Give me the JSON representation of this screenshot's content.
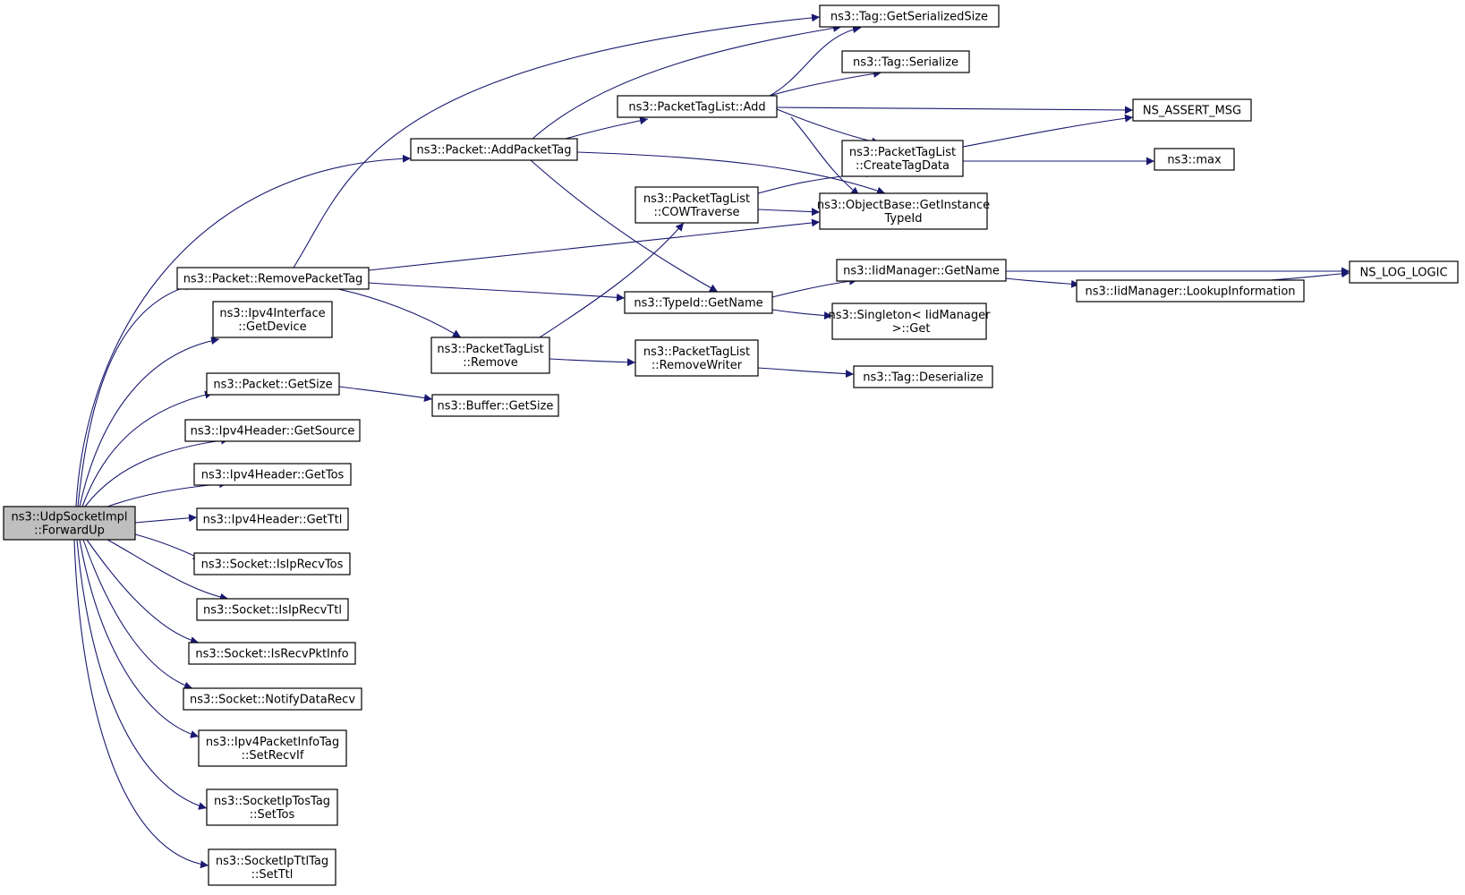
{
  "diagram": {
    "root": "forwardup",
    "colors": {
      "edge": "#191970",
      "node_fill": "#ffffff",
      "root_fill": "#bfbfbf",
      "node_stroke": "#000000"
    },
    "nodes": [
      {
        "id": "forwardup",
        "lines": [
          "ns3::UdpSocketImpl",
          "::ForwardUp"
        ],
        "root": true
      },
      {
        "id": "addpackettag",
        "lines": [
          "ns3::Packet::AddPacketTag"
        ]
      },
      {
        "id": "removepackettag",
        "lines": [
          "ns3::Packet::RemovePacketTag"
        ]
      },
      {
        "id": "getdevice",
        "lines": [
          "ns3::Ipv4Interface",
          "::GetDevice"
        ]
      },
      {
        "id": "pgetsize",
        "lines": [
          "ns3::Packet::GetSize"
        ]
      },
      {
        "id": "getsource",
        "lines": [
          "ns3::Ipv4Header::GetSource"
        ]
      },
      {
        "id": "gettos",
        "lines": [
          "ns3::Ipv4Header::GetTos"
        ]
      },
      {
        "id": "getttl",
        "lines": [
          "ns3::Ipv4Header::GetTtl"
        ]
      },
      {
        "id": "isiprecvtos",
        "lines": [
          "ns3::Socket::IsIpRecvTos"
        ]
      },
      {
        "id": "isiprecvttl",
        "lines": [
          "ns3::Socket::IsIpRecvTtl"
        ]
      },
      {
        "id": "isrecvpktinfo",
        "lines": [
          "ns3::Socket::IsRecvPktInfo"
        ]
      },
      {
        "id": "notifydatarecv",
        "lines": [
          "ns3::Socket::NotifyDataRecv"
        ]
      },
      {
        "id": "setrecvif",
        "lines": [
          "ns3::Ipv4PacketInfoTag",
          "::SetRecvIf"
        ]
      },
      {
        "id": "settos",
        "lines": [
          "ns3::SocketIpTosTag",
          "::SetTos"
        ]
      },
      {
        "id": "setttl",
        "lines": [
          "ns3::SocketIpTtlTag",
          "::SetTtl"
        ]
      },
      {
        "id": "ptladd",
        "lines": [
          "ns3::PacketTagList::Add"
        ]
      },
      {
        "id": "cowtraverse",
        "lines": [
          "ns3::PacketTagList",
          "::COWTraverse"
        ]
      },
      {
        "id": "typeidgetname",
        "lines": [
          "ns3::TypeId::GetName"
        ]
      },
      {
        "id": "ptlremove",
        "lines": [
          "ns3::PacketTagList",
          "::Remove"
        ]
      },
      {
        "id": "bgetsize",
        "lines": [
          "ns3::Buffer::GetSize"
        ]
      },
      {
        "id": "removewriter",
        "lines": [
          "ns3::PacketTagList",
          "::RemoveWriter"
        ]
      },
      {
        "id": "taggetser",
        "lines": [
          "ns3::Tag::GetSerializedSize"
        ]
      },
      {
        "id": "tagserialize",
        "lines": [
          "ns3::Tag::Serialize"
        ]
      },
      {
        "id": "createtagdata",
        "lines": [
          "ns3::PacketTagList",
          "::CreateTagData"
        ]
      },
      {
        "id": "getinstancetypeid",
        "lines": [
          "ns3::ObjectBase::GetInstance",
          "TypeId"
        ]
      },
      {
        "id": "iidgetname",
        "lines": [
          "ns3::IidManager::GetName"
        ]
      },
      {
        "id": "singletonget",
        "lines": [
          "ns3::Singleton< IidManager",
          " >::Get"
        ]
      },
      {
        "id": "tagdeserialize",
        "lines": [
          "ns3::Tag::Deserialize"
        ]
      },
      {
        "id": "nsassertmsg",
        "lines": [
          "NS_ASSERT_MSG"
        ]
      },
      {
        "id": "max",
        "lines": [
          "ns3::max"
        ]
      },
      {
        "id": "lookupinfo",
        "lines": [
          "ns3::IidManager::LookupInformation"
        ]
      },
      {
        "id": "nsloglogic",
        "lines": [
          "NS_LOG_LOGIC"
        ]
      }
    ],
    "edges": [
      {
        "from": "forwardup",
        "to": "addpackettag"
      },
      {
        "from": "forwardup",
        "to": "removepackettag"
      },
      {
        "from": "forwardup",
        "to": "getdevice"
      },
      {
        "from": "forwardup",
        "to": "pgetsize"
      },
      {
        "from": "forwardup",
        "to": "getsource"
      },
      {
        "from": "forwardup",
        "to": "gettos"
      },
      {
        "from": "forwardup",
        "to": "getttl"
      },
      {
        "from": "forwardup",
        "to": "isiprecvtos"
      },
      {
        "from": "forwardup",
        "to": "isiprecvttl"
      },
      {
        "from": "forwardup",
        "to": "isrecvpktinfo"
      },
      {
        "from": "forwardup",
        "to": "notifydatarecv"
      },
      {
        "from": "forwardup",
        "to": "setrecvif"
      },
      {
        "from": "forwardup",
        "to": "settos"
      },
      {
        "from": "forwardup",
        "to": "setttl"
      },
      {
        "from": "addpackettag",
        "to": "ptladd"
      },
      {
        "from": "addpackettag",
        "to": "taggetser"
      },
      {
        "from": "addpackettag",
        "to": "getinstancetypeid"
      },
      {
        "from": "addpackettag",
        "to": "typeidgetname"
      },
      {
        "from": "removepackettag",
        "to": "taggetser"
      },
      {
        "from": "removepackettag",
        "to": "getinstancetypeid"
      },
      {
        "from": "removepackettag",
        "to": "typeidgetname"
      },
      {
        "from": "removepackettag",
        "to": "ptlremove"
      },
      {
        "from": "pgetsize",
        "to": "bgetsize"
      },
      {
        "from": "ptladd",
        "to": "taggetser"
      },
      {
        "from": "ptladd",
        "to": "tagserialize"
      },
      {
        "from": "ptladd",
        "to": "nsassertmsg"
      },
      {
        "from": "ptladd",
        "to": "createtagdata"
      },
      {
        "from": "ptladd",
        "to": "getinstancetypeid"
      },
      {
        "from": "cowtraverse",
        "to": "createtagdata"
      },
      {
        "from": "cowtraverse",
        "to": "getinstancetypeid"
      },
      {
        "from": "createtagdata",
        "to": "nsassertmsg"
      },
      {
        "from": "createtagdata",
        "to": "max"
      },
      {
        "from": "typeidgetname",
        "to": "iidgetname"
      },
      {
        "from": "typeidgetname",
        "to": "singletonget"
      },
      {
        "from": "iidgetname",
        "to": "nsloglogic"
      },
      {
        "from": "iidgetname",
        "to": "lookupinfo"
      },
      {
        "from": "lookupinfo",
        "to": "nsloglogic"
      },
      {
        "from": "ptlremove",
        "to": "cowtraverse"
      },
      {
        "from": "ptlremove",
        "to": "removewriter"
      },
      {
        "from": "removewriter",
        "to": "tagdeserialize"
      }
    ]
  }
}
